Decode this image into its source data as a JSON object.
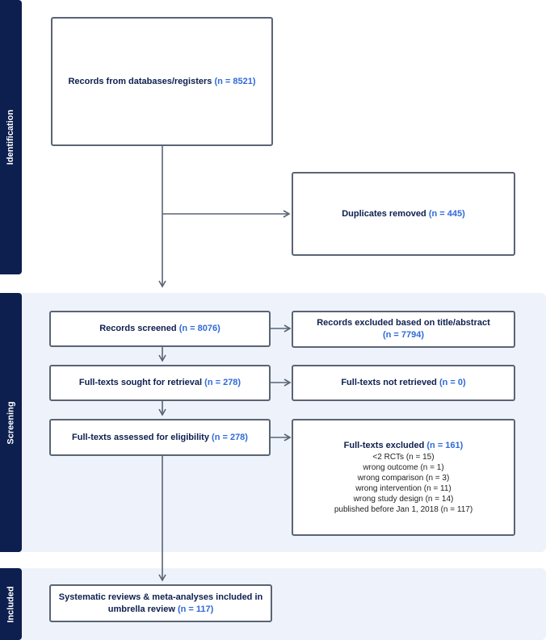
{
  "stages": {
    "identification": "Identification",
    "screening": "Screening",
    "included": "Included"
  },
  "boxes": {
    "records": {
      "label": "Records from databases/registers",
      "n": "(n = 8521)"
    },
    "duplicates": {
      "label": "Duplicates removed",
      "n": "(n = 445)"
    },
    "screened": {
      "label": "Records screened",
      "n": "(n = 8076)"
    },
    "excluded_title": {
      "label": "Records excluded based on title/abstract",
      "n": "(n = 7794)"
    },
    "sought": {
      "label": "Full-texts sought for retrieval",
      "n": "(n = 278)"
    },
    "not_retrieved": {
      "label": "Full-texts not retrieved",
      "n": "(n = 0)"
    },
    "assessed": {
      "label": "Full-texts assessed for eligibility",
      "n": "(n = 278)"
    },
    "fulltext_excluded": {
      "label": "Full-texts excluded",
      "n": "(n = 161)",
      "reasons": [
        "<2 RCTs (n = 15)",
        "wrong outcome (n = 1)",
        "wrong comparison (n = 3)",
        "wrong intervention (n = 11)",
        "wrong study design (n = 14)",
        "published before Jan 1, 2018 (n = 117)"
      ]
    },
    "included": {
      "label": "Systematic reviews & meta-analyses included in umbrella review",
      "n": "(n = 117)"
    }
  },
  "colors": {
    "stage_tab": "#0d1f4f",
    "band": "#eef3fb",
    "count_text": "#2f6ad9",
    "box_border": "#5a6474",
    "arrow": "#5a6474"
  }
}
